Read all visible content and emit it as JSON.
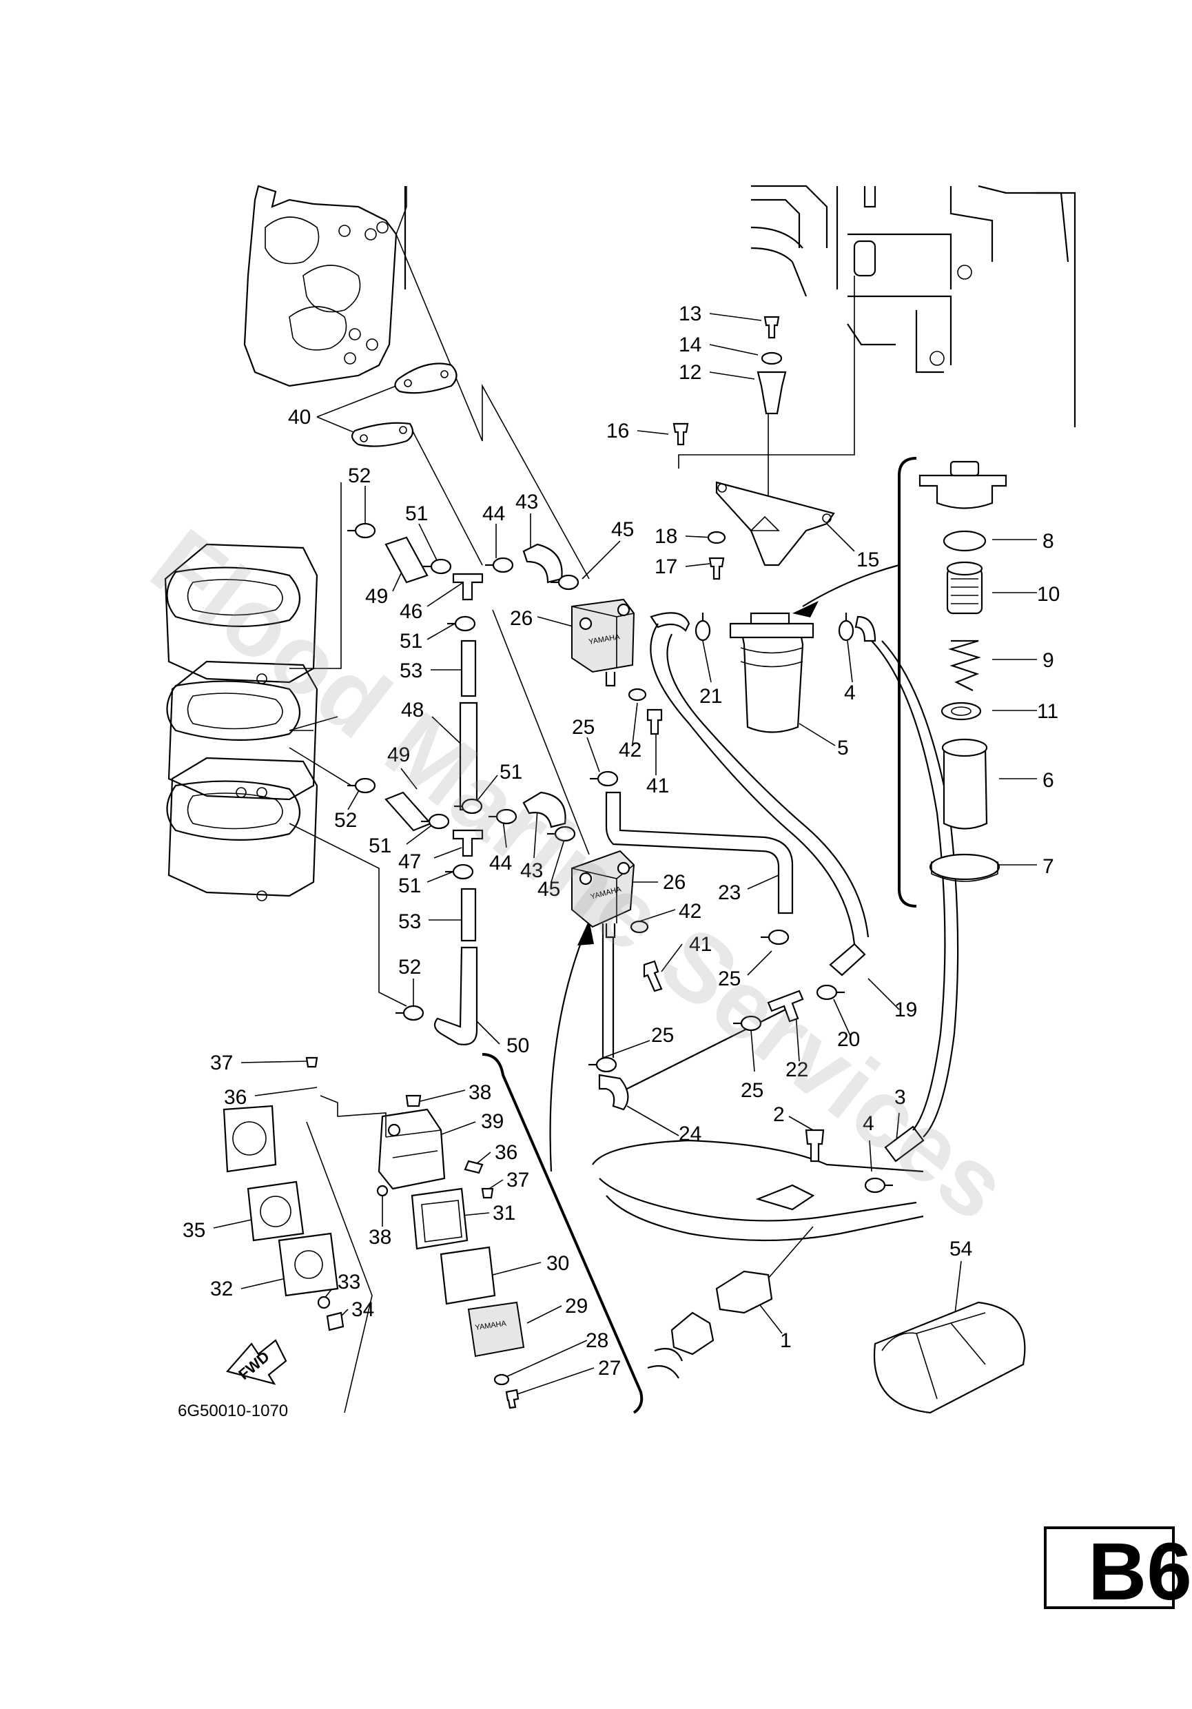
{
  "watermark": "Flood Marine Services",
  "diagram_code": "6G50010-1070",
  "page_tag": "B6",
  "fwd_label": "FWD",
  "brand_mark": "YAMAHA",
  "callouts": [
    {
      "id": "c40",
      "num": "40"
    },
    {
      "id": "c52a",
      "num": "52"
    },
    {
      "id": "c51a",
      "num": "51"
    },
    {
      "id": "c44a",
      "num": "44"
    },
    {
      "id": "c43a",
      "num": "43"
    },
    {
      "id": "c45a",
      "num": "45"
    },
    {
      "id": "c49a",
      "num": "49"
    },
    {
      "id": "c46",
      "num": "46"
    },
    {
      "id": "c26a",
      "num": "26"
    },
    {
      "id": "c51b",
      "num": "51"
    },
    {
      "id": "c53a",
      "num": "53"
    },
    {
      "id": "c48",
      "num": "48"
    },
    {
      "id": "c25a",
      "num": "25"
    },
    {
      "id": "c42a",
      "num": "42"
    },
    {
      "id": "c41a",
      "num": "41"
    },
    {
      "id": "c49b",
      "num": "49"
    },
    {
      "id": "c51c",
      "num": "51"
    },
    {
      "id": "c52b",
      "num": "52"
    },
    {
      "id": "c51d",
      "num": "51"
    },
    {
      "id": "c47",
      "num": "47"
    },
    {
      "id": "c44b",
      "num": "44"
    },
    {
      "id": "c43b",
      "num": "43"
    },
    {
      "id": "c45b",
      "num": "45"
    },
    {
      "id": "c26b",
      "num": "26"
    },
    {
      "id": "c51e",
      "num": "51"
    },
    {
      "id": "c42b",
      "num": "42"
    },
    {
      "id": "c23",
      "num": "23"
    },
    {
      "id": "c53b",
      "num": "53"
    },
    {
      "id": "c41b",
      "num": "41"
    },
    {
      "id": "c25b",
      "num": "25"
    },
    {
      "id": "c52c",
      "num": "52"
    },
    {
      "id": "c50",
      "num": "50"
    },
    {
      "id": "c25c",
      "num": "25"
    },
    {
      "id": "c22",
      "num": "22"
    },
    {
      "id": "c20",
      "num": "20"
    },
    {
      "id": "c19",
      "num": "19"
    },
    {
      "id": "c25d",
      "num": "25"
    },
    {
      "id": "c37a",
      "num": "37"
    },
    {
      "id": "c36a",
      "num": "36"
    },
    {
      "id": "c38a",
      "num": "38"
    },
    {
      "id": "c39",
      "num": "39"
    },
    {
      "id": "c36b",
      "num": "36"
    },
    {
      "id": "c37b",
      "num": "37"
    },
    {
      "id": "c38b",
      "num": "38"
    },
    {
      "id": "c31",
      "num": "31"
    },
    {
      "id": "c35",
      "num": "35"
    },
    {
      "id": "c30",
      "num": "30"
    },
    {
      "id": "c32",
      "num": "32"
    },
    {
      "id": "c33",
      "num": "33"
    },
    {
      "id": "c34",
      "num": "34"
    },
    {
      "id": "c29",
      "num": "29"
    },
    {
      "id": "c28",
      "num": "28"
    },
    {
      "id": "c27",
      "num": "27"
    },
    {
      "id": "c24",
      "num": "24"
    },
    {
      "id": "c2",
      "num": "2"
    },
    {
      "id": "c4a",
      "num": "4"
    },
    {
      "id": "c3",
      "num": "3"
    },
    {
      "id": "c1",
      "num": "1"
    },
    {
      "id": "c54",
      "num": "54"
    },
    {
      "id": "c13",
      "num": "13"
    },
    {
      "id": "c14",
      "num": "14"
    },
    {
      "id": "c12",
      "num": "12"
    },
    {
      "id": "c16",
      "num": "16"
    },
    {
      "id": "c15",
      "num": "15"
    },
    {
      "id": "c18",
      "num": "18"
    },
    {
      "id": "c17",
      "num": "17"
    },
    {
      "id": "c21",
      "num": "21"
    },
    {
      "id": "c4b",
      "num": "4"
    },
    {
      "id": "c5",
      "num": "5"
    },
    {
      "id": "c8",
      "num": "8"
    },
    {
      "id": "c10",
      "num": "10"
    },
    {
      "id": "c9",
      "num": "9"
    },
    {
      "id": "c11",
      "num": "11"
    },
    {
      "id": "c6",
      "num": "6"
    },
    {
      "id": "c7",
      "num": "7"
    }
  ]
}
